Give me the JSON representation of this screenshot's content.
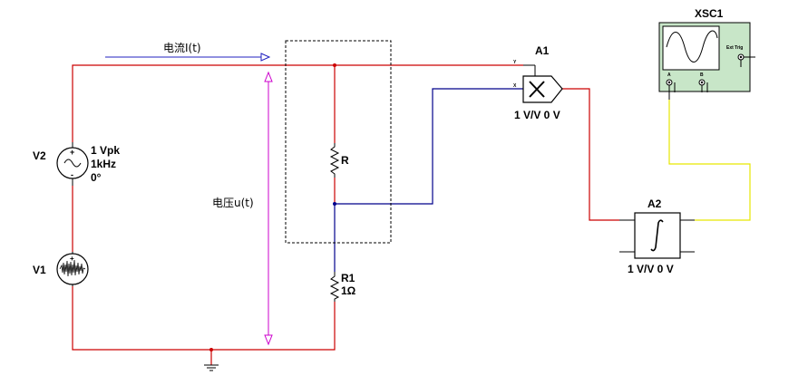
{
  "labels": {
    "current": "电流I(t)",
    "voltage": "电压u(t)",
    "v2_name": "V2",
    "v2_amp": "1 Vpk",
    "v2_freq": "1kHz",
    "v2_phase": "0°",
    "v1_name": "V1",
    "r_name": "R",
    "r1_name": "R1",
    "r1_value": "1Ω",
    "a1_name": "A1",
    "a1_param": "1 V/V 0 V",
    "a1_in_y": "Y",
    "a1_in_x": "X",
    "a2_name": "A2",
    "a2_param": "1 V/V 0 V",
    "xsc_name": "XSC1",
    "xsc_ext_trig": "Ext Trig",
    "xsc_ch_a": "A",
    "xsc_ch_b": "B"
  },
  "colors": {
    "wire_red": "#cc0000",
    "wire_blue": "#00008b",
    "wire_yellow": "#e6e600",
    "arrow_blue": "#2020c0",
    "arrow_magenta": "#cc00cc",
    "scope_green": "#c8e6c8",
    "box_dash": "#000000"
  }
}
